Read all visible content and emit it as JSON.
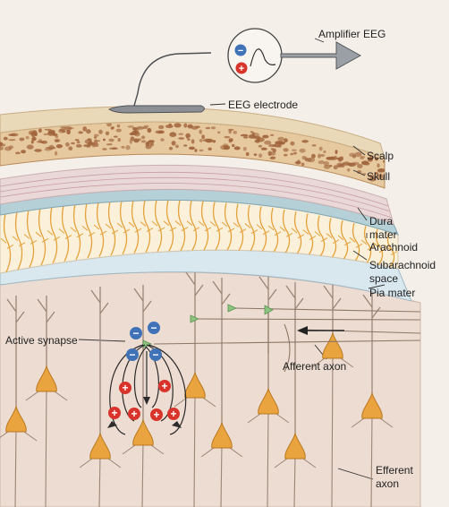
{
  "labels": {
    "amplifier": "Amplifier EEG",
    "electrode": "EEG electrode",
    "scalp": "Scalp",
    "skull": "Skull",
    "dura_1": "Dura",
    "dura_2": "mater",
    "arachnoid": "Arachnoid",
    "subarachnoid_1": "Subarachnoid",
    "subarachnoid_2": "space",
    "pia": "Pia mater",
    "active_synapse": "Active synapse",
    "afferent_axon": "Afferent axon",
    "efferent_1": "Efferent",
    "efferent_2": "axon"
  },
  "colors": {
    "scalp": "#ead9b8",
    "skull_bg": "#e7c9a0",
    "skull_stone": "#a0643b",
    "dura": "#ead7d7",
    "arachnoid": "#b6d0d8",
    "subarachnoid": "#fbf0d9",
    "csf_vessels": "#e4a13a",
    "pia": "#d9e7ef",
    "cortex": "#eddcd1",
    "neuron": "#e9a33f",
    "neuron_edge": "#b9781f",
    "axon": "#9b8576",
    "minus": "#3f72b7",
    "plus": "#d9342b"
  },
  "charges": {
    "minus_symbol": "−",
    "plus_symbol": "+"
  }
}
